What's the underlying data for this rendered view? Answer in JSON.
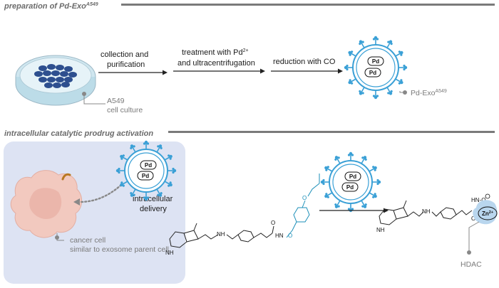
{
  "section1": {
    "title": "preparation of Pd-Exo",
    "title_sup": "A549"
  },
  "section2": {
    "title": "intracellular catalytic prodrug activation"
  },
  "steps": {
    "step1": {
      "line1": "collection and",
      "line2": "purification"
    },
    "step2": {
      "line1": "treatment with Pd",
      "line1_sup": "2+",
      "line2": "and ultracentrifugation"
    },
    "step3": {
      "line1": "reduction with CO"
    }
  },
  "labels": {
    "a549_line1": "A549",
    "a549_line2": "cell culture",
    "pd_exo": "Pd-Exo",
    "pd_exo_sup": "A549",
    "pd": "Pd",
    "delivery_line1": "intracellular",
    "delivery_line2": "delivery",
    "cancer_line1": "cancer cell",
    "cancer_line2": "similar to exosome parent cell",
    "hdac": "HDAC",
    "zn": "Zn",
    "zn_sup": "2+"
  },
  "atoms": {
    "nh": "NH",
    "hn": "HN",
    "o": "O",
    "hn_o": "HN-O",
    "n": "N",
    "h": "H"
  },
  "colors": {
    "header_bar": "#7a7a7a",
    "panel_bg": "#dde3f3",
    "exosome_blue": "#3aa0d6",
    "dish_blue": "#2d4f8f",
    "cancer_cell": "#f2c9bf",
    "hdac_blob": "#b9d6ee",
    "probe_blue": "#1b8fb8"
  }
}
